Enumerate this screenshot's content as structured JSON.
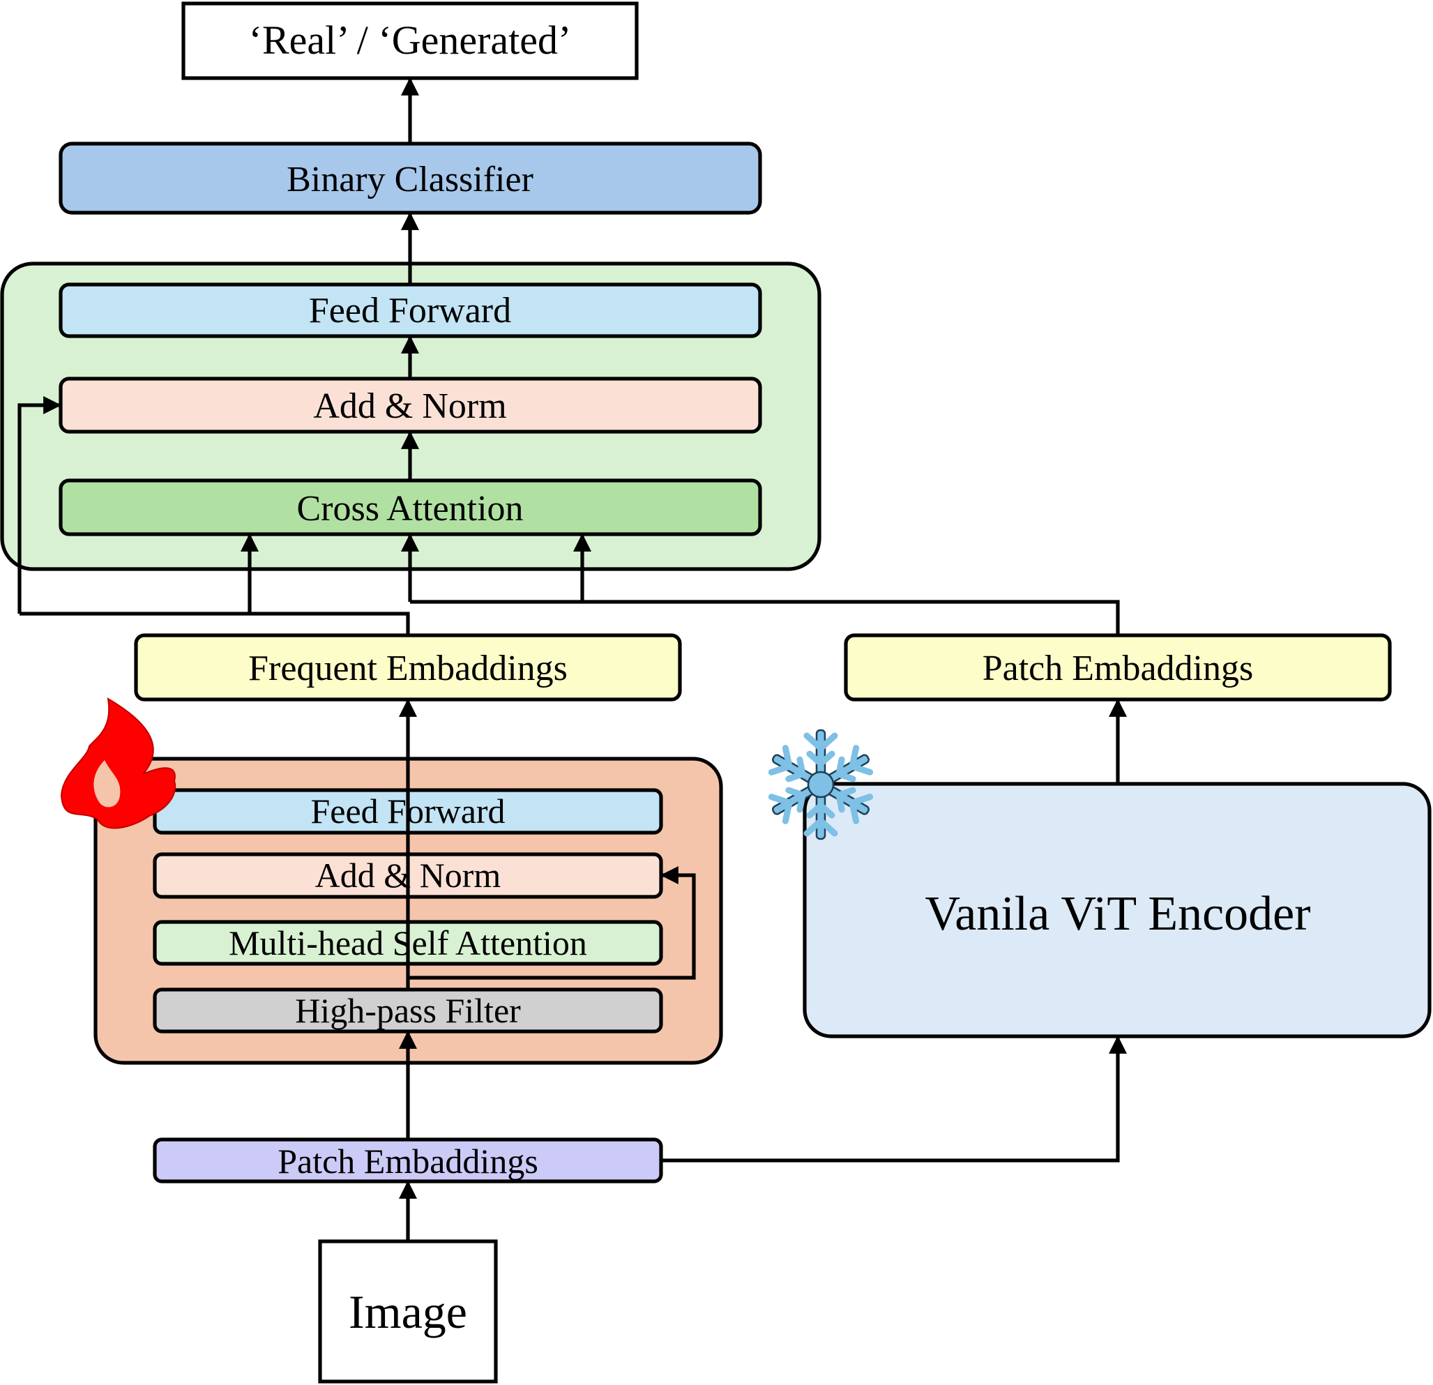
{
  "diagram": {
    "output_label": "‘Real’ / ‘Generated’",
    "binary_classifier": "Binary Classifier",
    "cross_block": {
      "feed_forward": "Feed Forward",
      "add_norm": "Add & Norm",
      "cross_attention": "Cross Attention"
    },
    "frequent_embeddings": "Frequent Embaddings",
    "patch_embeddings_right": "Patch Embaddings",
    "trainable_block": {
      "feed_forward": "Feed Forward",
      "add_norm": "Add & Norm",
      "mhsa": "Multi-head Self Attention",
      "high_pass": "High-pass Filter"
    },
    "vit_encoder": "Vanila ViT Encoder",
    "patch_embeddings_bottom": "Patch Embaddings",
    "image_label": "Image",
    "icons": {
      "trainable": "flame-icon",
      "frozen": "snowflake-icon"
    },
    "colors": {
      "output_box": "#ffffff",
      "binary_classifier": "#a7c8ea",
      "cross_block_bg": "#d8f1d2",
      "feed_forward": "#c2e4f5",
      "add_norm": "#fbe1d5",
      "cross_attention": "#b1e1a2",
      "frequent_embeddings": "#fdfdc9",
      "trainable_bg": "#f4c5ab",
      "mhsa": "#d8f1d2",
      "high_pass": "#d0d0d0",
      "vit_bg": "#dce9f6",
      "patch_bottom": "#cccbf7",
      "flame": "#ff0000",
      "snowflake": "#7ec0e6"
    }
  }
}
